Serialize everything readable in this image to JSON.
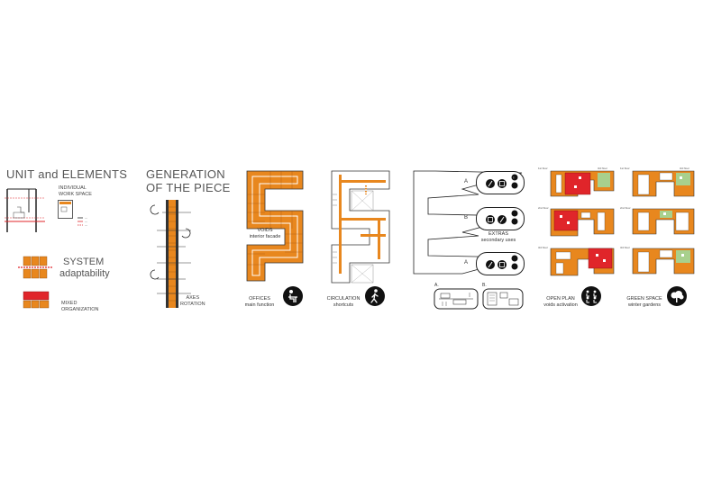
{
  "section_unit": {
    "title": "UNIT and ELEMENTS",
    "individual_label": [
      "INDIVIDUAL",
      "WORK SPACE"
    ],
    "system_title": "SYSTEM",
    "system_subtitle": "adaptability",
    "mixed_label": [
      "MIXED",
      "ORGANIZATION"
    ]
  },
  "section_generation": {
    "title": [
      "GENERATION",
      "OF THE PIECE"
    ],
    "axes_label": [
      "AXES",
      "ROTATION"
    ]
  },
  "section_offices": {
    "voids_label": [
      "VOIDS",
      "interior facade"
    ],
    "caption": [
      "OFFICES",
      "main function"
    ]
  },
  "section_circulation": {
    "caption": [
      "CIRCULATION",
      "shortcuts"
    ]
  },
  "section_extras": {
    "letters": [
      "A",
      "B",
      "A"
    ],
    "caption": [
      "EXTRAS",
      "secondary uses"
    ],
    "plan_letters": [
      "A.",
      "B."
    ]
  },
  "section_openplan": {
    "caption": [
      "OPEN PLAN",
      "voids activation"
    ]
  },
  "section_green": {
    "caption": [
      "GREEN SPACE",
      "winter gardens"
    ]
  },
  "colors": {
    "orange": "#e8871e",
    "red": "#e0252a",
    "green": "#a8d08d",
    "dark": "#222222"
  },
  "icons": [
    "desk-icon",
    "walking-person-icon",
    "pen-icon",
    "shelf-icon",
    "info-icon",
    "group-icon",
    "tree-icon"
  ]
}
